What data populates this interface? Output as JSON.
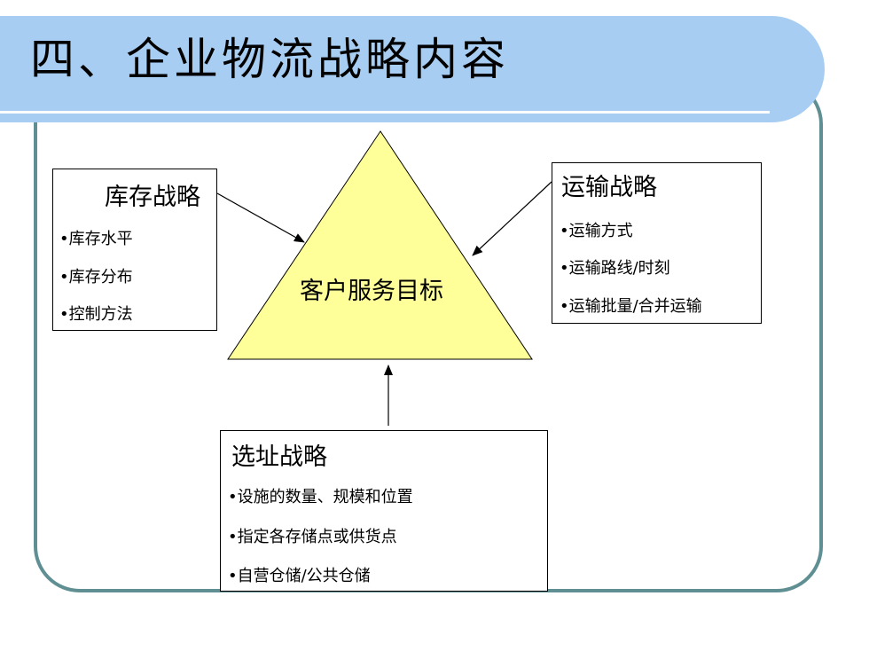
{
  "slide": {
    "title": "四、企业物流战略内容"
  },
  "center": {
    "label": "客户服务目标"
  },
  "boxes": {
    "inventory": {
      "title": "库存战略",
      "items": [
        "•库存水平",
        "•库存分布",
        "•控制方法"
      ]
    },
    "transport": {
      "title": "运输战略",
      "items": [
        "•运输方式",
        "•运输路线/时刻",
        "•运输批量/合并运输"
      ]
    },
    "location": {
      "title": "选址战略",
      "items": [
        "•设施的数量、规模和位置",
        "•指定各存储点或供货点",
        "•自营仓储/公共仓储"
      ]
    }
  },
  "colors": {
    "title_band": "#a8cdf2",
    "frame": "#5f8f92",
    "triangle": "#ffff99"
  }
}
